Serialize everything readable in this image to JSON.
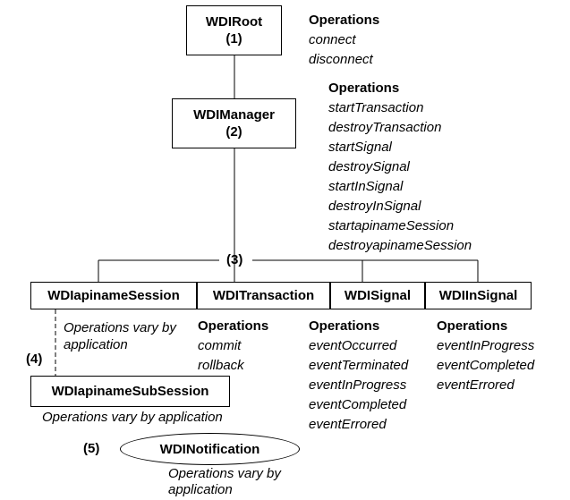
{
  "nodes": {
    "root": {
      "name": "WDIRoot",
      "num": "(1)"
    },
    "manager": {
      "name": "WDIManager",
      "num": "(2)"
    },
    "session": {
      "name": "WDIapinameSession"
    },
    "transaction": {
      "name": "WDITransaction"
    },
    "signal": {
      "name": "WDISignal"
    },
    "insignal": {
      "name": "WDIInSignal"
    },
    "subsession": {
      "name": "WDIapinameSubSession"
    },
    "notification": {
      "name": "WDINotification"
    }
  },
  "labels": {
    "l3": "(3)",
    "l4": "(4)",
    "l5": "(5)"
  },
  "ops_heading": "Operations",
  "ops": {
    "root": [
      "connect",
      "disconnect"
    ],
    "manager": [
      "startTransaction",
      "destroyTransaction",
      "startSignal",
      "destroySignal",
      "startInSignal",
      "destroyInSignal",
      "startapinameSession",
      "destroyapinameSession"
    ],
    "transaction": [
      "commit",
      "rollback"
    ],
    "signal": [
      "eventOccurred",
      "eventTerminated",
      "eventInProgress",
      "eventCompleted",
      "eventErrored"
    ],
    "insignal": [
      "eventInProgress",
      "eventCompleted",
      "eventErrored"
    ]
  },
  "vary": {
    "session_l1": "Operations vary by",
    "session_l2": "application",
    "subsession": "Operations vary by application",
    "notification_l1": "Operations vary by",
    "notification_l2": "application"
  }
}
